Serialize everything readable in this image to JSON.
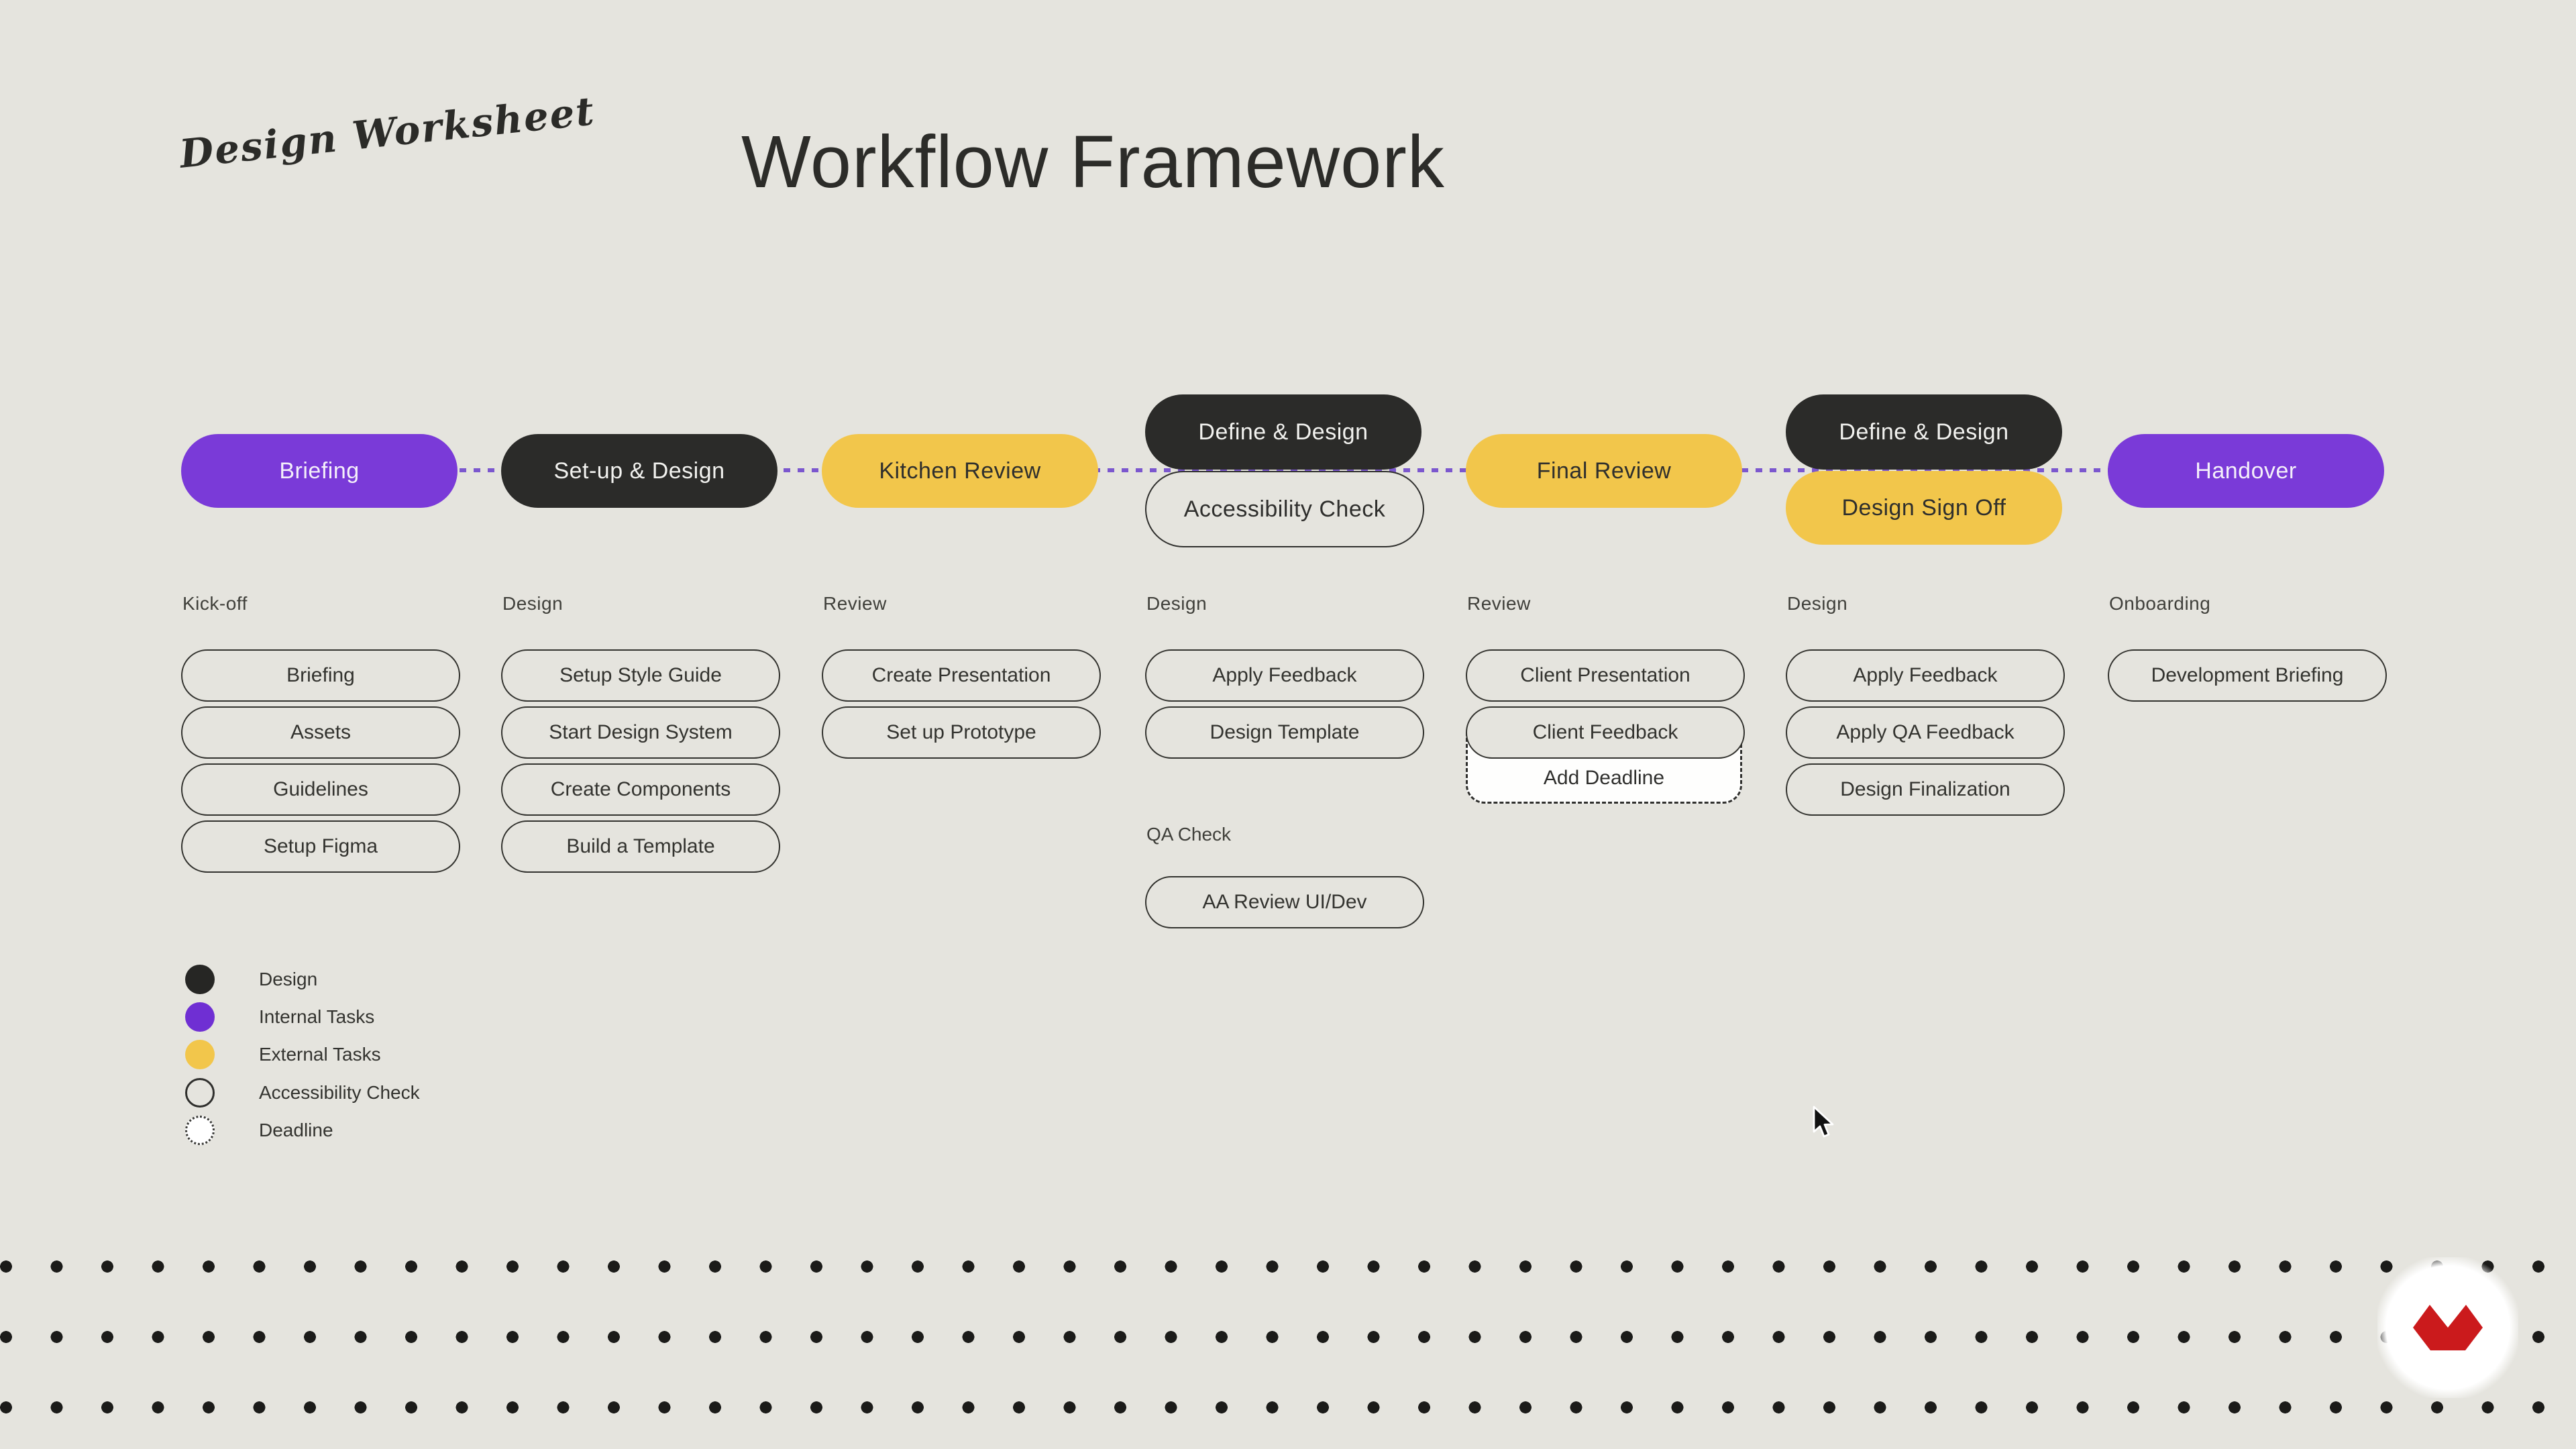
{
  "page": {
    "logo": "Design Worksheet",
    "heading": "Workflow Framework"
  },
  "pipeline": {
    "stages": [
      {
        "label": "Briefing",
        "type": "internal"
      },
      {
        "label": "Set-up & Design",
        "type": "design"
      },
      {
        "label": "Kitchen Review",
        "type": "external"
      },
      {
        "label": "Define & Design",
        "type": "design",
        "sub": {
          "label": "Accessibility Check",
          "type": "accessibility"
        }
      },
      {
        "label": "Final Review",
        "type": "external"
      },
      {
        "label": "Define & Design",
        "type": "design",
        "sub": {
          "label": "Design Sign Off",
          "type": "external"
        }
      },
      {
        "label": "Handover",
        "type": "internal"
      }
    ]
  },
  "columns": [
    {
      "section": "Kick-off",
      "tasks": [
        "Briefing",
        "Assets",
        "Guidelines",
        "Setup Figma"
      ]
    },
    {
      "section": "Design",
      "tasks": [
        "Setup Style Guide",
        "Start Design System",
        "Create Components",
        "Build a Template"
      ]
    },
    {
      "section": "Review",
      "tasks": [
        "Create Presentation",
        "Set up Prototype"
      ]
    },
    {
      "section": "Design",
      "tasks": [
        "Apply Feedback",
        "Design Template"
      ],
      "subsection": {
        "section": "QA Check",
        "tasks": [
          "AA Review UI/Dev"
        ]
      }
    },
    {
      "section": "Review",
      "tasks": [
        "Client Presentation",
        "Client Feedback"
      ],
      "deadline": "Add Deadline"
    },
    {
      "section": "Design",
      "tasks": [
        "Apply Feedback",
        "Apply QA Feedback",
        "Design Finalization"
      ]
    },
    {
      "section": "Onboarding",
      "tasks": [
        "Development Briefing"
      ]
    }
  ],
  "legend": {
    "items": [
      {
        "label": "Design",
        "swatch": "design"
      },
      {
        "label": "Internal Tasks",
        "swatch": "internal"
      },
      {
        "label": "External Tasks",
        "swatch": "external"
      },
      {
        "label": "Accessibility Check",
        "swatch": "accessibility"
      },
      {
        "label": "Deadline",
        "swatch": "deadline"
      }
    ]
  },
  "colors": {
    "background": "#E5E4DE",
    "design": "#2B2B29",
    "internal_tasks": "#7A3AD8",
    "external_tasks": "#F2C64B",
    "connector": "#7B57CE",
    "deadline_fill": "#FFFFFF",
    "brand_red": "#CB1A1C",
    "text_dark": "#2F2F2D"
  }
}
